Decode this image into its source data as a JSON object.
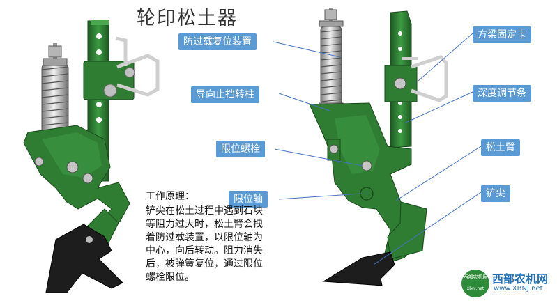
{
  "title": "轮印松土器",
  "labels": {
    "overload": "防过载复位装置",
    "guide_column": "导向止挡转柱",
    "limit_bolt": "限位螺栓",
    "limit_shaft": "限位轴",
    "beam_clamp": "方梁固定卡",
    "depth_strip": "深度调节条",
    "arm": "松土臂",
    "tip": "铲尖"
  },
  "principle": {
    "heading": "工作原理：",
    "body": "铲尖在松土过程中遇到石块等阻力过大时，松土臂会拽着防过载装置，以限位轴为中心，向后转动。阻力消失后，被弹簧复位，通过限位螺栓限位。"
  },
  "logo": {
    "name_cn": "西部农机网",
    "url": "www.XBNJ.net",
    "badge_text": "西部农机网",
    "badge_url": "xbnj.net"
  },
  "colors": {
    "green": "#2f7d32",
    "green_dark": "#1e5a22",
    "label_bg": "#5b9bd5",
    "leader": "#4472c4"
  }
}
